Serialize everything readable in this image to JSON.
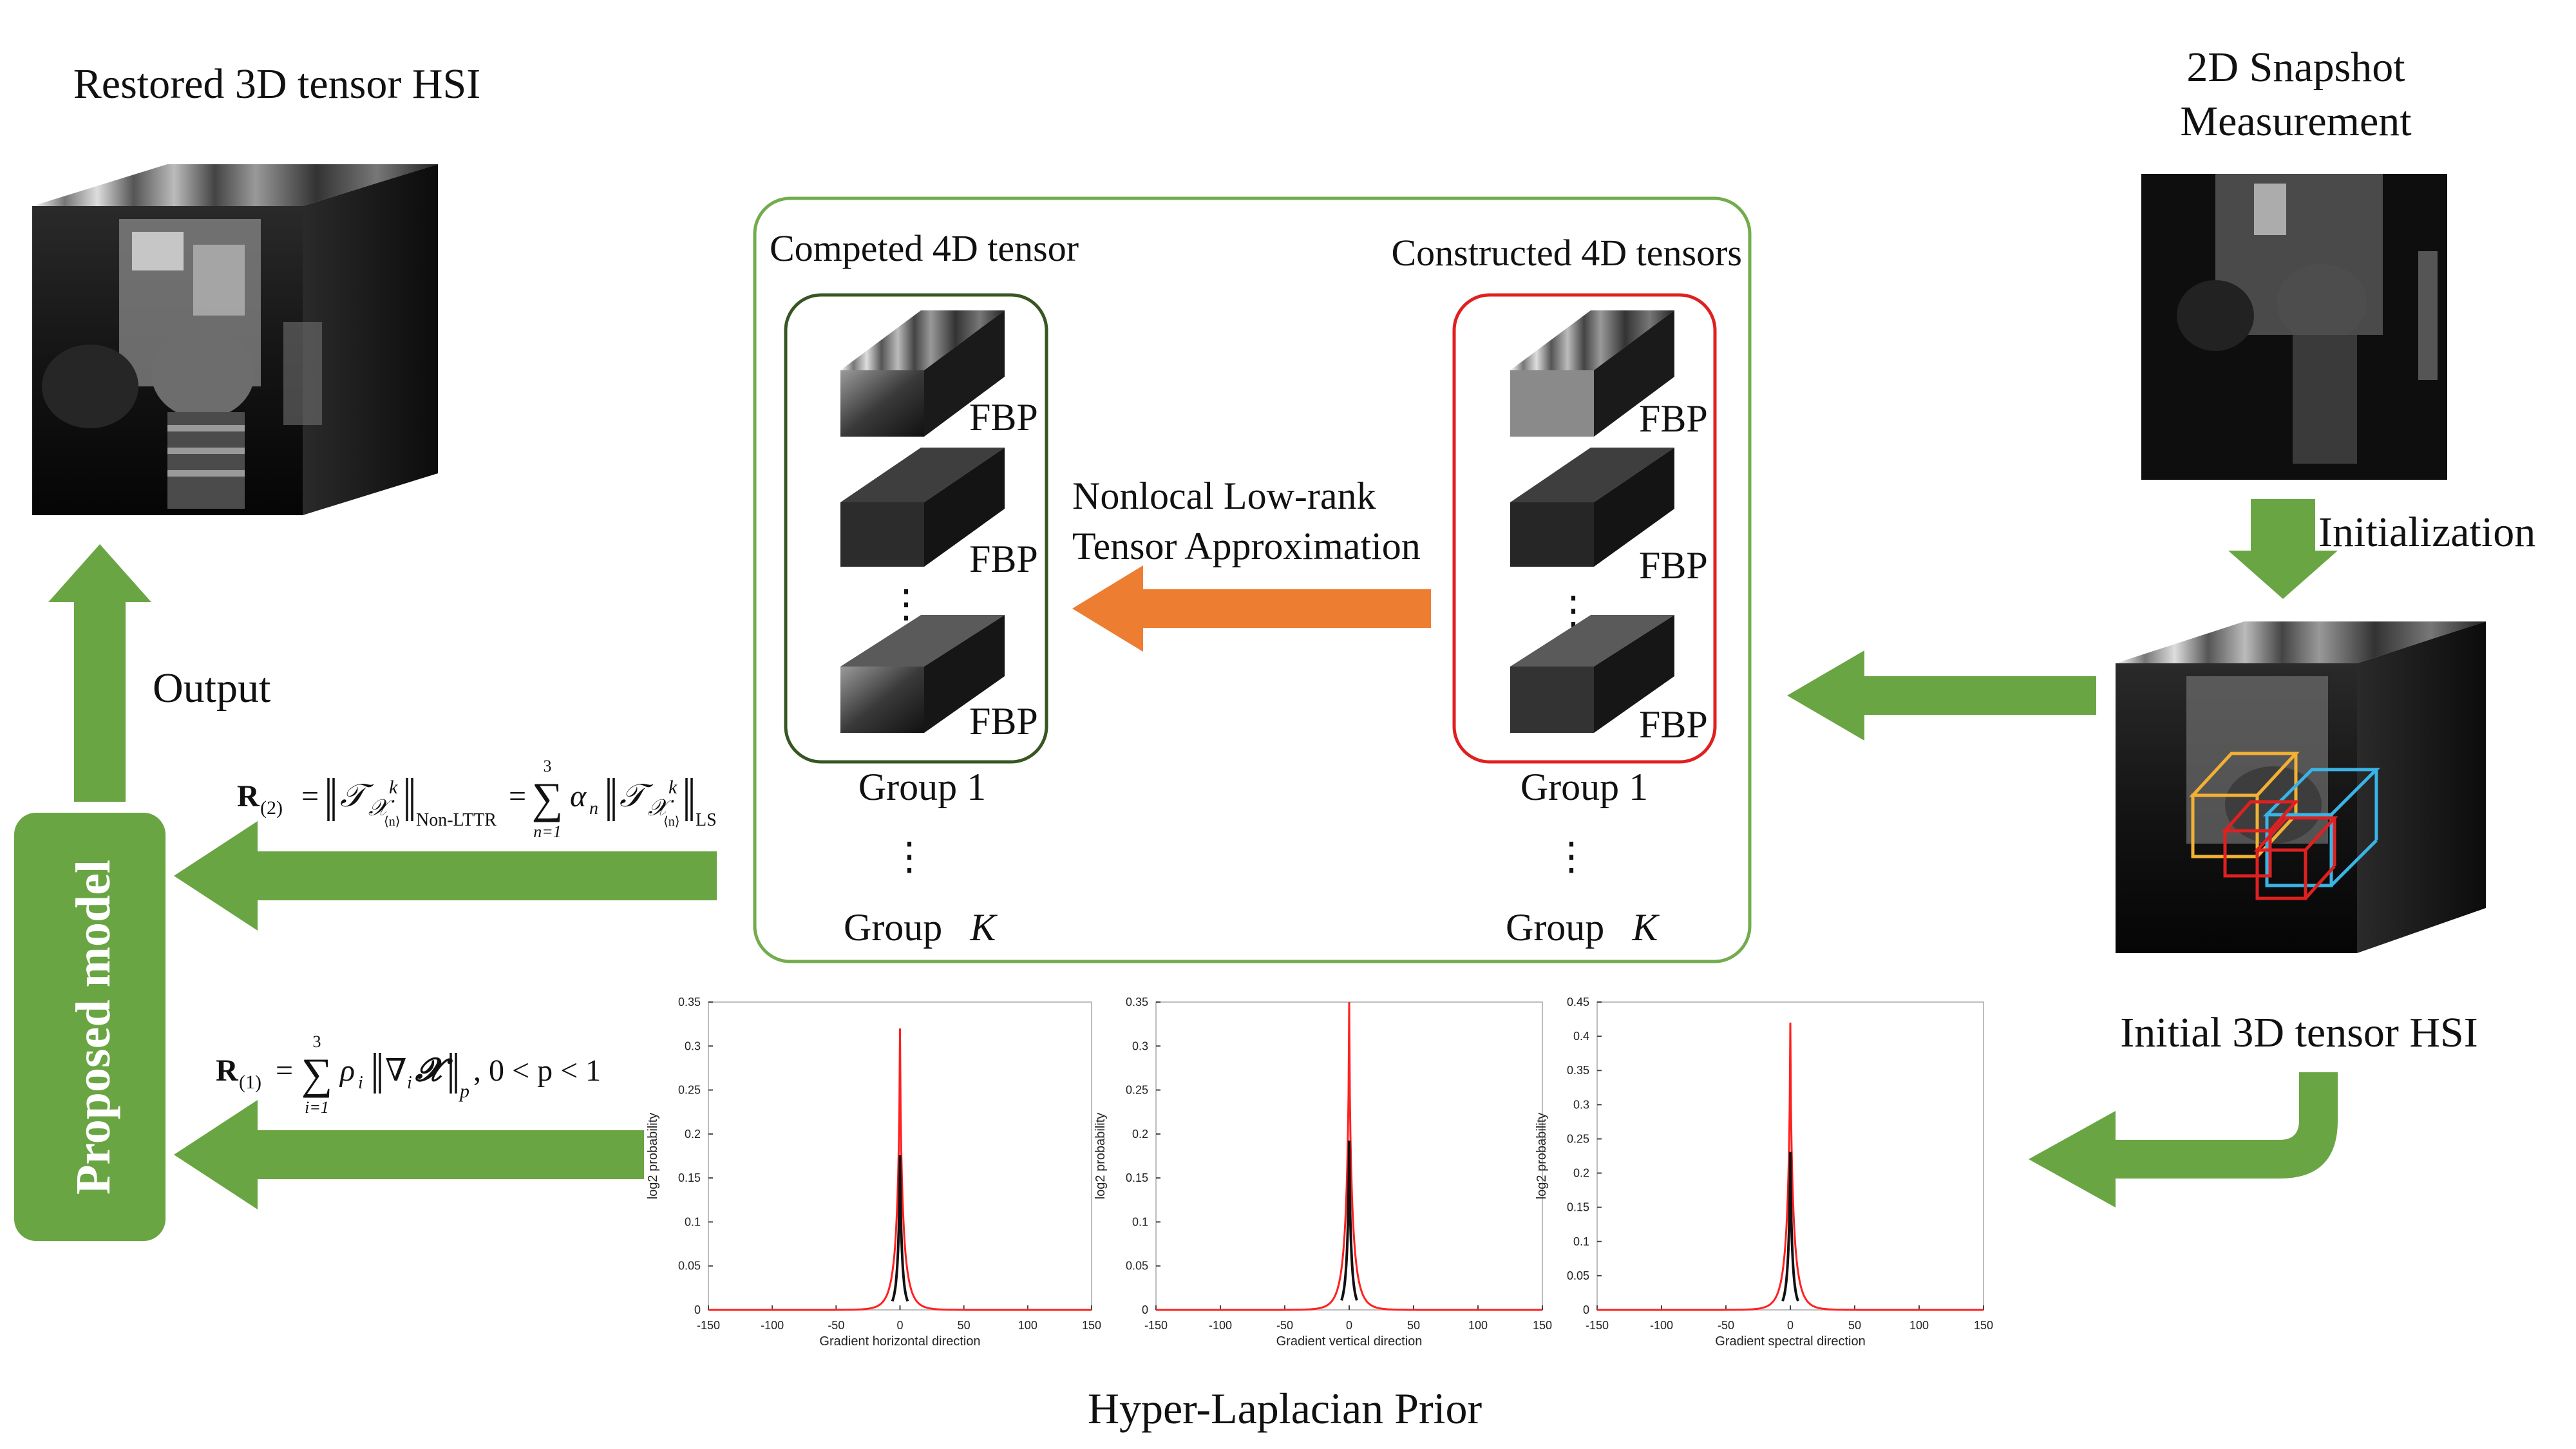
{
  "labels": {
    "restored_title": "Restored 3D tensor HSI",
    "snapshot_line1": "2D Snapshot",
    "snapshot_line2": "Measurement",
    "initialization": "Initialization",
    "initial_tensor": "Initial 3D tensor HSI",
    "output": "Output",
    "proposed_model": "Proposed model",
    "competed_tensor": "Competed 4D tensor",
    "constructed_tensors": "Constructed 4D tensors",
    "nlta_line1": "Nonlocal Low-rank",
    "nlta_line2": "Tensor Approximation",
    "fbp": "FBP",
    "group1": "Group 1",
    "groupK_word": "Group",
    "groupK_var": "K",
    "ellipsis": "⋮",
    "hyper_laplacian": "Hyper-Laplacian Prior"
  },
  "formulas": {
    "r2_bold": "R",
    "r2_sub": "(2)",
    "r2_norm_sub": "Non-LTTR",
    "r2_sum_top": "3",
    "r2_sum_bottom": "n=1",
    "r2_alpha": "α",
    "r2_alpha_sub": "n",
    "r2_ls": "LS",
    "r2_T": "𝒯",
    "r2_k": "k",
    "r2_x": "𝒳",
    "r2_n": "⟨n⟩",
    "r1_bold": "R",
    "r1_sub": "(1)",
    "r1_sum_top": "3",
    "r1_sum_bottom": "i=1",
    "r1_rho": "ρ",
    "r1_i": "i",
    "r1_nabla": "∇",
    "r1_X": "𝓧",
    "r1_p": "p",
    "r1_cond": ", 0 < p < 1",
    "eq": "="
  },
  "colors": {
    "green_arrow": "#6aa544",
    "green_box": "#72ac4d",
    "orange_arrow": "#ed7d31",
    "dark_green_box": "#375623",
    "red_box": "#e02020",
    "red_curve": "#ff2020",
    "yellow_box": "#f2b134",
    "blue_box": "#3ab4e6"
  },
  "chart_data": [
    {
      "type": "line",
      "xlabel": "Gradient horizontal direction",
      "ylabel": "log2 probability",
      "xlim": [
        -150,
        150
      ],
      "ylim": [
        0,
        0.35
      ],
      "xticks": [
        "-150",
        "-100",
        "-50",
        "0",
        "50",
        "100",
        "150"
      ],
      "yticks": [
        "0",
        "0.05",
        "0.1",
        "0.15",
        "0.2",
        "0.25",
        "0.3",
        "0.35"
      ],
      "peak": 0.32
    },
    {
      "type": "line",
      "xlabel": "Gradient vertical direction",
      "ylabel": "log2 probability",
      "xlim": [
        -150,
        150
      ],
      "ylim": [
        0,
        0.35
      ],
      "xticks": [
        "-150",
        "-100",
        "-50",
        "0",
        "50",
        "100",
        "150"
      ],
      "yticks": [
        "0",
        "0.05",
        "0.1",
        "0.15",
        "0.2",
        "0.25",
        "0.3",
        "0.35"
      ],
      "peak": 0.35
    },
    {
      "type": "line",
      "xlabel": "Gradient spectral direction",
      "ylabel": "log2 probability",
      "xlim": [
        -150,
        150
      ],
      "ylim": [
        0,
        0.45
      ],
      "xticks": [
        "-150",
        "-100",
        "-50",
        "0",
        "50",
        "100",
        "150"
      ],
      "yticks": [
        "0",
        "0.05",
        "0.1",
        "0.15",
        "0.2",
        "0.25",
        "0.3",
        "0.35",
        "0.4",
        "0.45"
      ],
      "peak": 0.42
    }
  ]
}
